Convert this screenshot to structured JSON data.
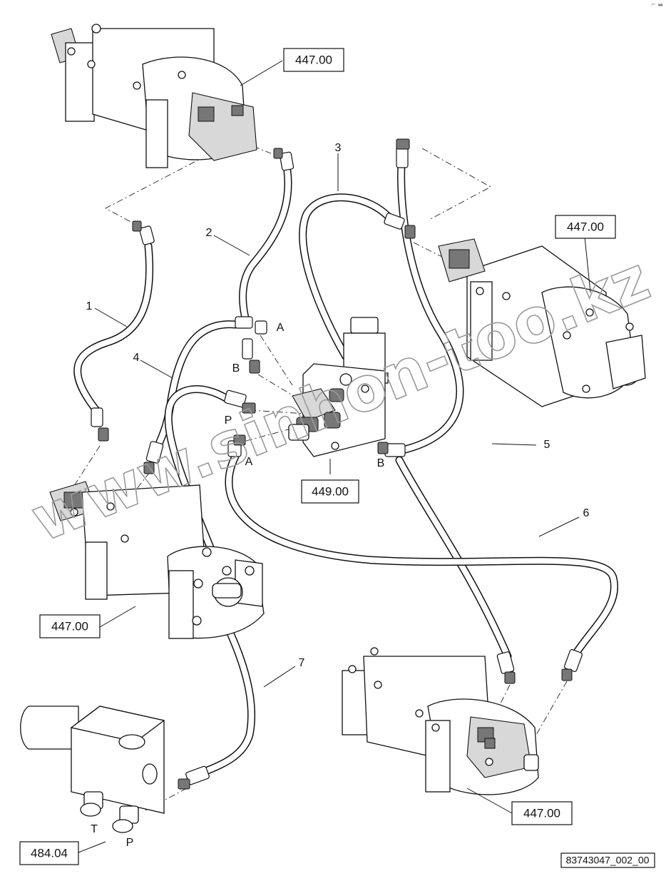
{
  "part_labels": {
    "cyl_top_left": "447.00",
    "cyl_right": "447.00",
    "cyl_left": "447.00",
    "cyl_bottom_right": "447.00",
    "valve": "449.00",
    "pump_block": "484.04"
  },
  "hose_numbers": [
    "1",
    "2",
    "3",
    "4",
    "5",
    "6",
    "7"
  ],
  "ports": {
    "valve_a_upper": "A",
    "valve_b_upper": "B",
    "valve_p": "P",
    "valve_a_lower": "A",
    "valve_b_lower": "B",
    "pump_t": "T",
    "pump_p": "P"
  },
  "drawing_id": "83743047_002_00",
  "watermark": "www.sinhon-too.kz",
  "corner_mark": "⌐ ▬"
}
